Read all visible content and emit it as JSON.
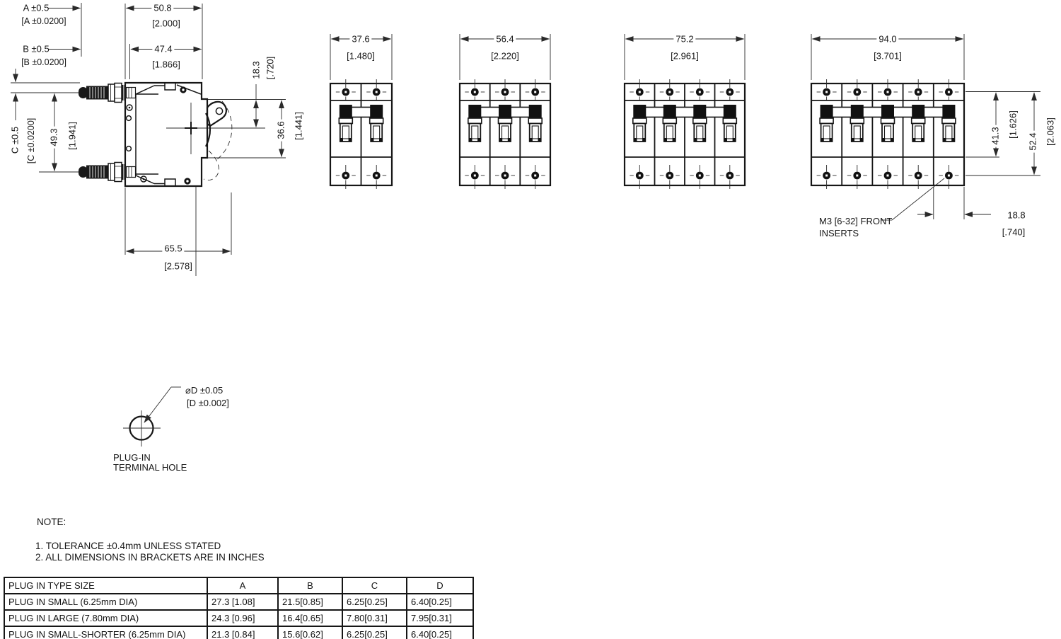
{
  "drawing": {
    "side_view": {
      "dim_a_mm": "A ±0.5",
      "dim_a_in": "[A ±0.0200]",
      "dim_b_mm": "B ±0.5",
      "dim_b_in": "[B ±0.0200]",
      "dim_c_mm": "C ±0.5",
      "dim_c_in": "[C ±0.0200]",
      "overall_width_mm": "50.8",
      "overall_width_in": "[2.000]",
      "body_width_mm": "47.4",
      "body_width_in": "[1.866]",
      "terminal_pitch_mm": "49.3",
      "terminal_pitch_in": "[1.941]",
      "handle_offset_mm": "18.3",
      "handle_offset_in": "[.720]",
      "handle_travel_mm": "36.6",
      "handle_travel_in": "[1.441]",
      "overall_depth_mm": "65.5",
      "overall_depth_in": "[2.578]"
    },
    "front_views": [
      {
        "poles": "2",
        "width_mm": "37.6",
        "width_in": "[1.480]"
      },
      {
        "poles": "3",
        "width_mm": "56.4",
        "width_in": "[2.220]"
      },
      {
        "poles": "4",
        "width_mm": "75.2",
        "width_in": "[2.961]"
      },
      {
        "poles": "5",
        "width_mm": "94.0",
        "width_in": "[3.701]"
      }
    ],
    "five_pole_dims": {
      "upper_height_mm": "41.3",
      "upper_height_in": "[1.626]",
      "total_height_mm": "52.4",
      "total_height_in": "[2.063]",
      "pole_pitch_mm": "18.8",
      "pole_pitch_in": "[.740]",
      "inserts_label_line1": "M3 [6-32] FRONT",
      "inserts_label_line2": "INSERTS"
    },
    "terminal_hole": {
      "dia_mm": "⌀D ±0.05",
      "dia_in": "[D ±0.002]",
      "label_line1": "PLUG-IN",
      "label_line2": "TERMINAL HOLE"
    }
  },
  "note": {
    "title": "NOTE:",
    "items": [
      "1. TOLERANCE ±0.4mm UNLESS STATED",
      "2. ALL DIMENSIONS IN BRACKETS ARE IN INCHES"
    ]
  },
  "table": {
    "headers": [
      "PLUG IN TYPE SIZE",
      "A",
      "B",
      "C",
      "D"
    ],
    "rows": [
      [
        "PLUG IN SMALL (6.25mm DIA)",
        "27.3 [1.08]",
        "21.5[0.85]",
        "6.25[0.25]",
        "6.40[0.25]"
      ],
      [
        "PLUG IN LARGE (7.80mm DIA)",
        "24.3 [0.96]",
        "16.4[0.65]",
        "7.80[0.31]",
        "7.95[0.31]"
      ],
      [
        "PLUG IN SMALL-SHORTER (6.25mm DIA)",
        "21.3 [0.84]",
        "15.6[0.62]",
        "6.25[0.25]",
        "6.40[0.25]"
      ]
    ]
  },
  "colors": {
    "ink": "#161616",
    "paper": "#ffffff"
  }
}
